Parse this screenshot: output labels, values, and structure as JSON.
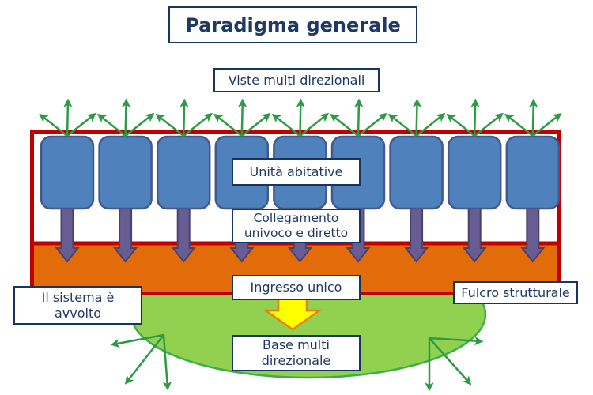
{
  "title": "Paradigma generale",
  "labels": {
    "views": "Viste multi direzionali",
    "units": "Unità abitative",
    "link": "Collegamento univoco e diretto",
    "entrance": "Ingresso unico",
    "wrapped": "Il sistema è avvolto",
    "fulcrum": "Fulcro strutturale",
    "base": "Base multi direzionale"
  },
  "colors": {
    "text_navy": "#1F3864",
    "box_border_navy": "#17365D",
    "frame_red": "#C00000",
    "unit_blue_fill": "#4F81BD",
    "unit_blue_stroke": "#41598C",
    "link_purple_fill": "#675D92",
    "link_purple_stroke": "#4A4170",
    "entrance_orange": "#E36C0A",
    "base_green_fill": "#92D050",
    "base_green_stroke": "#3BAE49",
    "arrow_green": "#2E9B44",
    "entry_yellow_fill": "#FFFF00",
    "entry_yellow_stroke": "#E8820C"
  },
  "diagram": {
    "unit_count": 9,
    "view_arrows_per_unit": 3,
    "link_arrow_count": 9,
    "spread_arrow_clusters": 2,
    "spread_arrows_per_cluster": 3
  }
}
